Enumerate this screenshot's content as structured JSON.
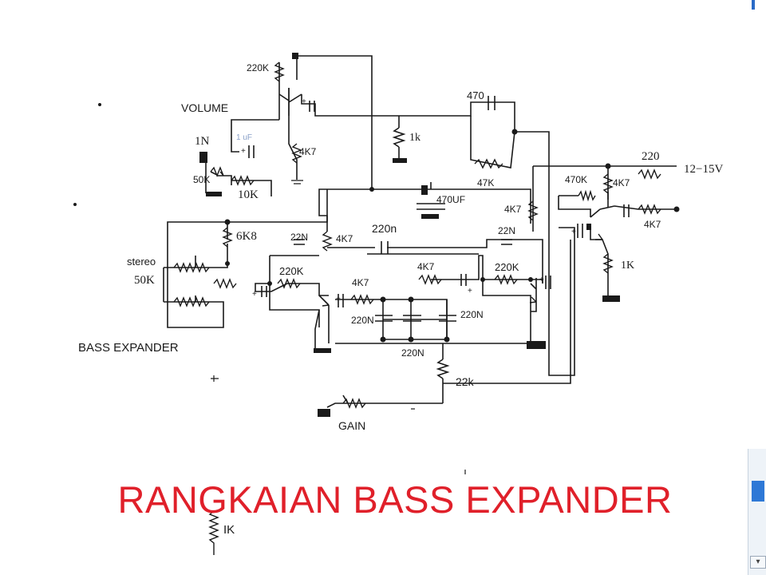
{
  "labels": {
    "volume": "VOLUME",
    "one_n": "1N",
    "r220k_top": "220K",
    "cap_1uf": "1 uF",
    "pot_50k_vol": "50K",
    "r10k": "10K",
    "r4k7_vol": "4K7",
    "r1k_mid": "1k",
    "cap_470": "470",
    "cap_470uf": "470UF",
    "r47k": "47K",
    "r220_supply": "220",
    "supply_voltage": "12−15V",
    "r470k": "470K",
    "r4k7_out_a": "4K7",
    "r4k7_out_b": "4K7",
    "r4k7_mid_right": "4K7",
    "r1k_out": "1K",
    "r6k8": "6K8",
    "stereo": "stereo",
    "pot_50k_stereo": "50K",
    "cap_22n_left": "22N",
    "r4k7_left": "4K7",
    "cap_220n_top": "220n",
    "cap_22n_right": "22N",
    "r220k_left": "220K",
    "r4k7_center": "4K7",
    "r4k7_center_top": "4K7",
    "r220k_right": "220K",
    "cap_220n_a": "220N",
    "cap_220n_b": "220N",
    "cap_220n_c": "220N",
    "bass_expander": "BASS EXPANDER",
    "r22k": "22k",
    "gain": "GAIN",
    "r1k_bottom": "IK"
  },
  "title": "RANGKAIAN BASS EXPANDER",
  "colors": {
    "wire": "#1a1a1a",
    "title": "#e0202a",
    "faint_label": "#8aa0c8"
  }
}
